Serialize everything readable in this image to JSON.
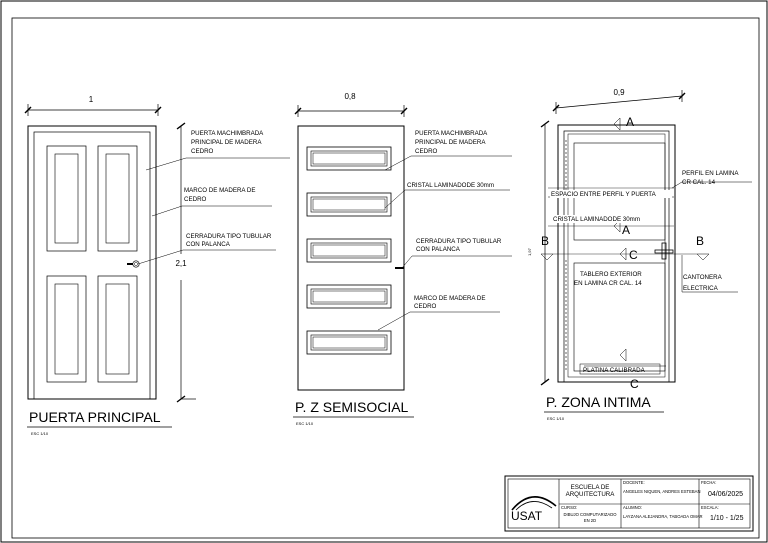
{
  "drawings": [
    {
      "title": "PUERTA PRINCIPAL",
      "scale": "ESC 1/10",
      "width_dim": "1",
      "height_dim": "2,1",
      "labels": [
        "PUERTA MACHIMBRADA",
        "PRINCIPAL DE MADERA",
        "CEDRO",
        "MARCO DE MADERA DE",
        "CEDRO",
        "CERRADURA TIPO TUBULAR",
        "CON PALANCA"
      ]
    },
    {
      "title": "P. Z SEMISOCIAL",
      "scale": "ESC 1/10",
      "width_dim": "0,8",
      "labels": [
        "PUERTA MACHIMBRADA",
        "PRINCIPAL DE MADERA",
        "CEDRO",
        "CRISTAL LAMINADODE 30mm",
        "CERRADURA TIPO TUBULAR",
        "CON PALANCA",
        "MARCO DE MADERA DE",
        "CEDRO"
      ]
    },
    {
      "title": "P. ZONA INTIMA",
      "scale": "ESC 1/10",
      "width_dim": "0,9",
      "height_dim": "1,97",
      "sections": {
        "top": "A",
        "mid": "A",
        "left": "B",
        "right": "B",
        "c1": "C",
        "c2": "C"
      },
      "labels": [
        "PERFIL EN LAMINA",
        "CR CAL. 14",
        "ESPACIO ENTRE PERFIL Y PUERTA",
        "CRISTAL LAMINADODE 30mm",
        "TABLERO EXTERIOR",
        "EN LAMINA CR CAL. 14",
        "CANTONERA",
        "ELECTRICA",
        "PLATINA CALIBRADA"
      ]
    }
  ],
  "title_block": {
    "logo": "USAT",
    "school_line1": "ESCUELA DE",
    "school_line2": "ARQUITECTURA",
    "course_label": "CURSO:",
    "course_line1": "DIBUJO COMPUTARIZADO",
    "course_line2": "EN 2D",
    "teacher_label": "DOCENTE:",
    "teacher": "ANGELES NIQUEN, ANDRES ESTEBAN",
    "student_label": "ALUMNO:",
    "student": "LAYZANA ALEJANDRA, TABOADA OMAR",
    "date_label": "FECHA:",
    "date": "04/06/2025",
    "scale_label": "ESCALA:",
    "scale": "1/10 - 1/25"
  }
}
